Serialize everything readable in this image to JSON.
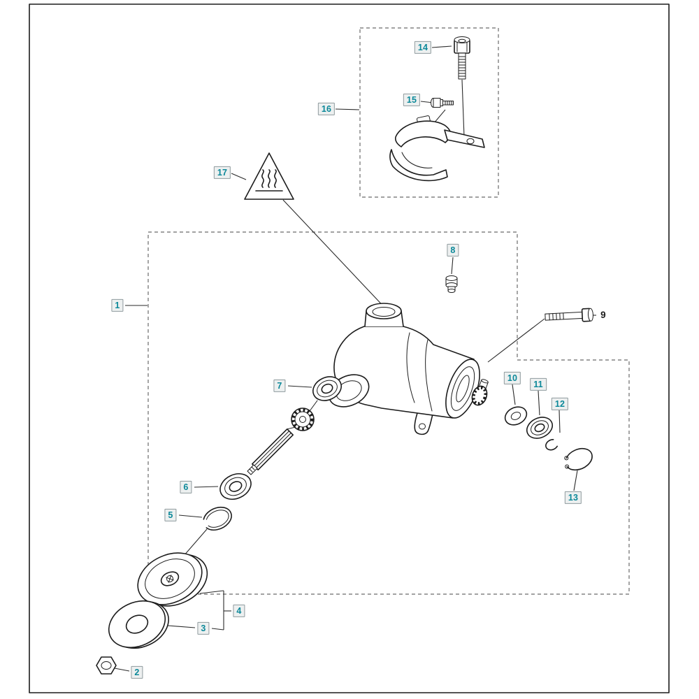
{
  "colors": {
    "page_bg": "#ffffff",
    "line": "#1c1c1c",
    "dash_box": "#6b6b6b",
    "leader": "#2a2a2a",
    "callout_text": "#0b8899",
    "callout_bg": "#edf0f0",
    "callout_border": "#8f9a9d",
    "plain_label": "#1c1c1c"
  },
  "icons": {
    "warning": "hot-surface-warning-icon"
  },
  "callouts": [
    {
      "num": "1"
    },
    {
      "num": "2"
    },
    {
      "num": "3"
    },
    {
      "num": "4"
    },
    {
      "num": "5"
    },
    {
      "num": "6"
    },
    {
      "num": "7"
    },
    {
      "num": "8"
    },
    {
      "num": "9"
    },
    {
      "num": "10"
    },
    {
      "num": "11"
    },
    {
      "num": "12"
    },
    {
      "num": "13"
    },
    {
      "num": "14"
    },
    {
      "num": "15"
    },
    {
      "num": "16"
    },
    {
      "num": "17"
    }
  ]
}
